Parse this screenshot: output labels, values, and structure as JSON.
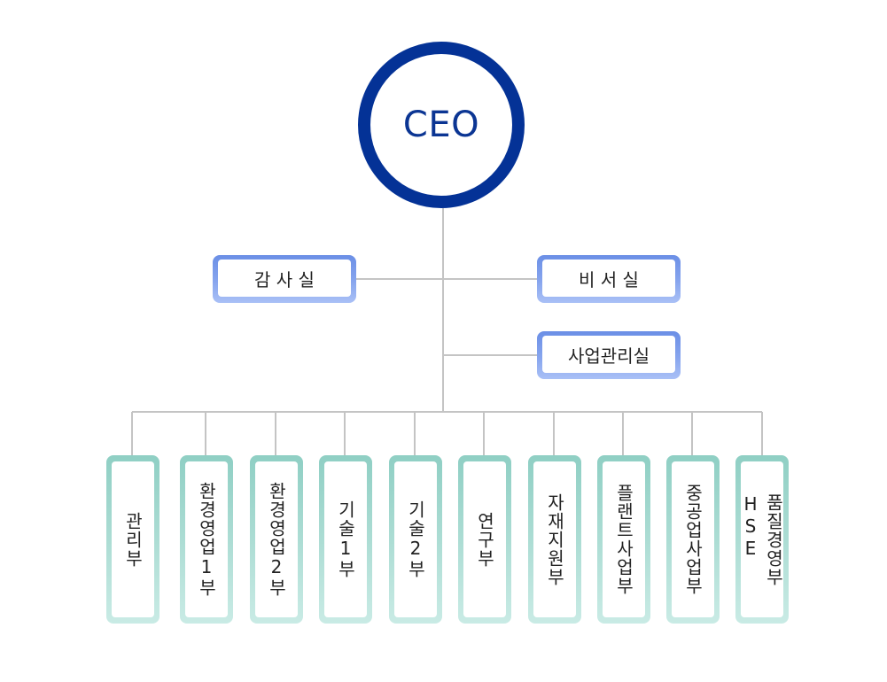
{
  "ceo": {
    "label": "CEO"
  },
  "staff": {
    "audit": "감 사 실",
    "secretary": "비 서 실",
    "business_mgmt": "사업관리실"
  },
  "departments": [
    "관리부",
    "환경영업1부",
    "환경영업2부",
    "기술1부",
    "기술2부",
    "연구부",
    "자재지원부",
    "플랜트사업부",
    "중공업사업부",
    "품질경영부\nHSE"
  ],
  "colors": {
    "ceo_ring": "#043296",
    "staff_box": "#7f9dec",
    "dept_box": "#9fd6cc",
    "connector": "#c4c4c4"
  }
}
